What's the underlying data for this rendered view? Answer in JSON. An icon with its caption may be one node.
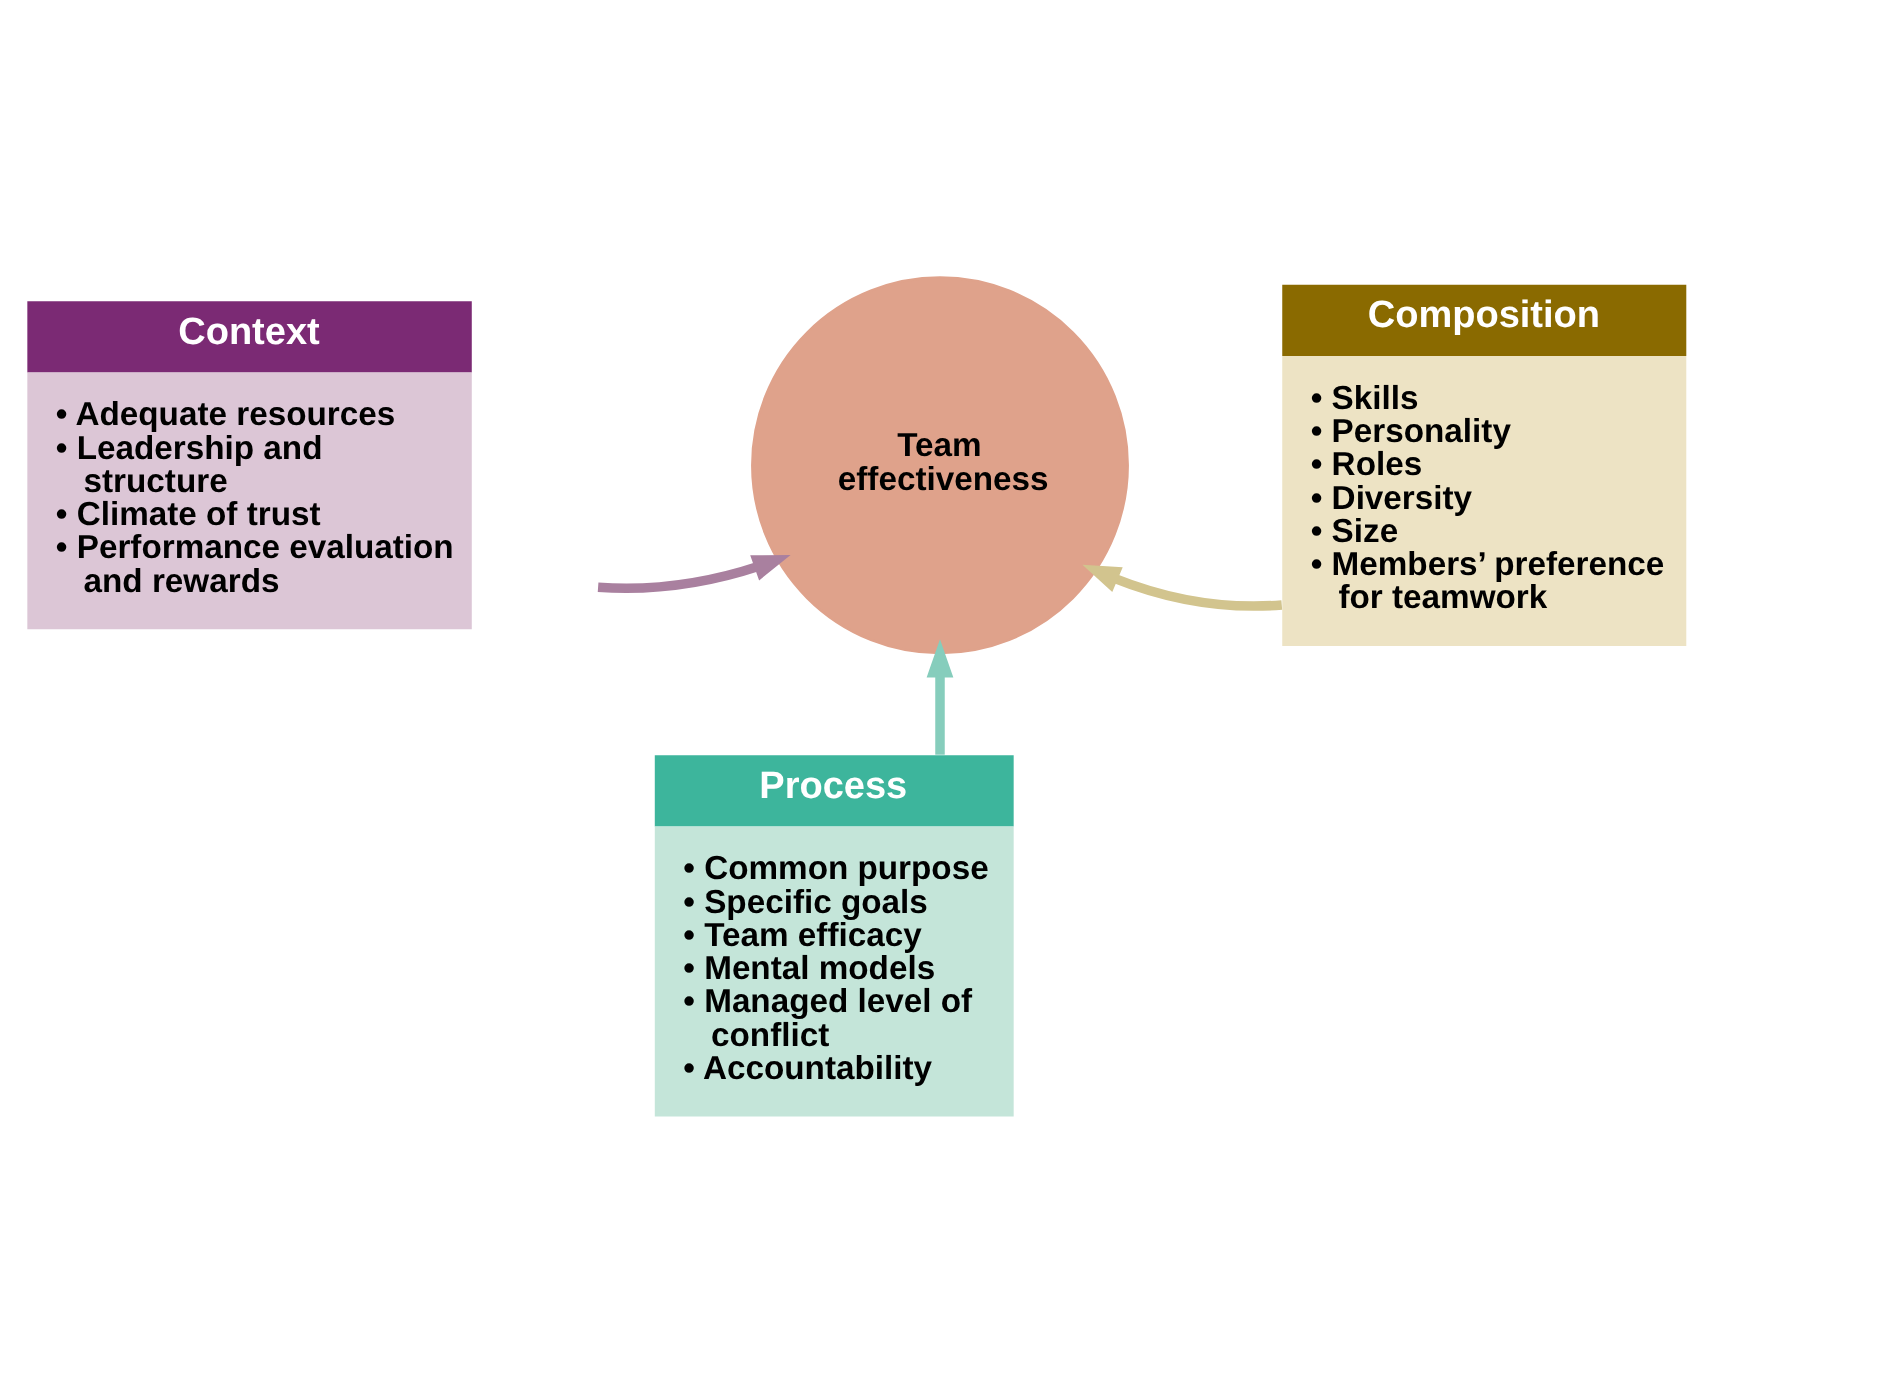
{
  "diagram": {
    "nodes": [
      {
        "text": [
          "Context",
          "• Adequate resources",
          "• Leadership and structure",
          "• Climate of trust",
          "• Performance evaluation and rewards"
        ]
      },
      {
        "text": [
          "Composition",
          "• Skills",
          "• Personality",
          "• Roles",
          "• Diversity",
          "• Size",
          "• Members’ preference for teamwork"
        ]
      },
      {
        "text": [
          "Team effectiveness"
        ]
      },
      {
        "text": [
          "Process",
          "• Common purpose",
          "• Specific goals",
          "• Team efficacy",
          "• Mental models",
          "• Managed level of conflict",
          "• Accountability"
        ]
      }
    ],
    "edges": [
      {
        "from": 0,
        "to": 2,
        "arrow": "to",
        "color": "#a9809f"
      },
      {
        "from": 1,
        "to": 2,
        "arrow": "to",
        "color": "#d2c48e"
      },
      {
        "from": 3,
        "to": 2,
        "arrow": "to",
        "color": "#86cdbc"
      }
    ]
  }
}
